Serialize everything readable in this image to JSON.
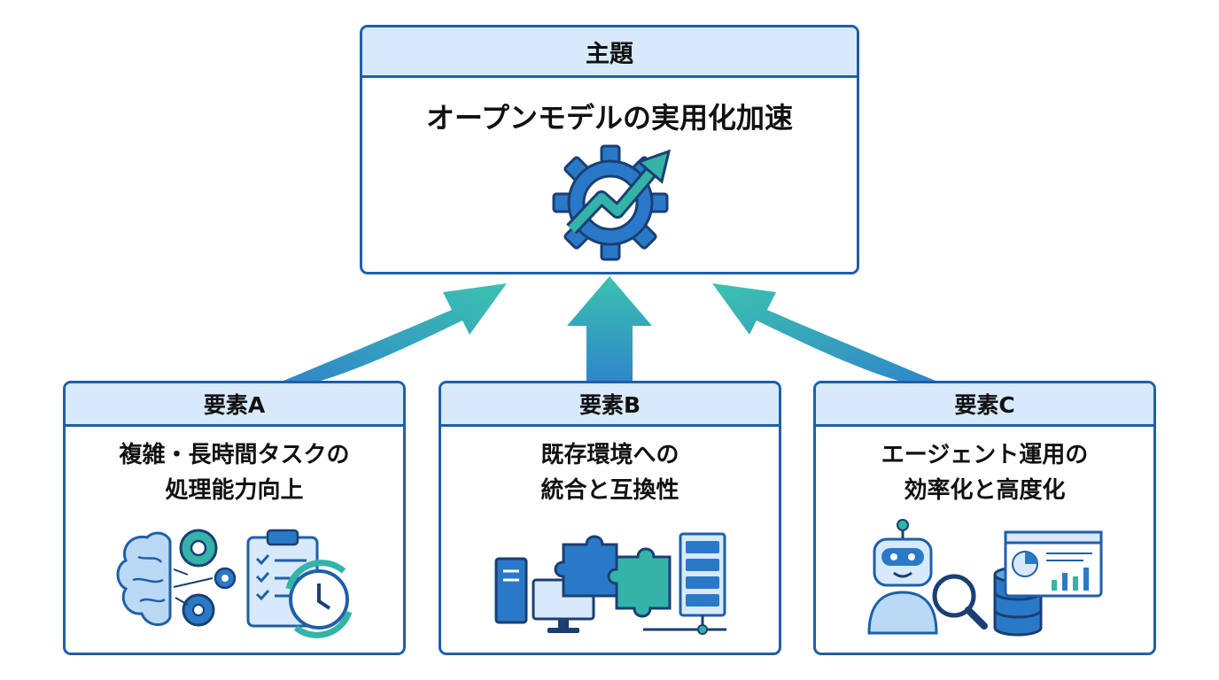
{
  "theme": {
    "header": "主題",
    "title": "オープンモデルの実用化加速"
  },
  "elements": [
    {
      "header": "要素A",
      "line1": "複雑・長時間タスクの",
      "line2": "処理能力向上"
    },
    {
      "header": "要素B",
      "line1": "既存環境への",
      "line2": "統合と互換性"
    },
    {
      "header": "要素C",
      "line1": "エージェント運用の",
      "line2": "効率化と高度化"
    }
  ],
  "colors": {
    "border": "#1f5fa8",
    "header_fill": "#d7e9fa",
    "icon_blue": "#2a79c9",
    "icon_teal": "#34b3a8",
    "arrow_teal": "#3cc2b0"
  },
  "icons": [
    "gear-growth-icon",
    "brain-gears-checklist-icon",
    "computer-puzzle-server-icon",
    "robot-analytics-database-icon"
  ]
}
